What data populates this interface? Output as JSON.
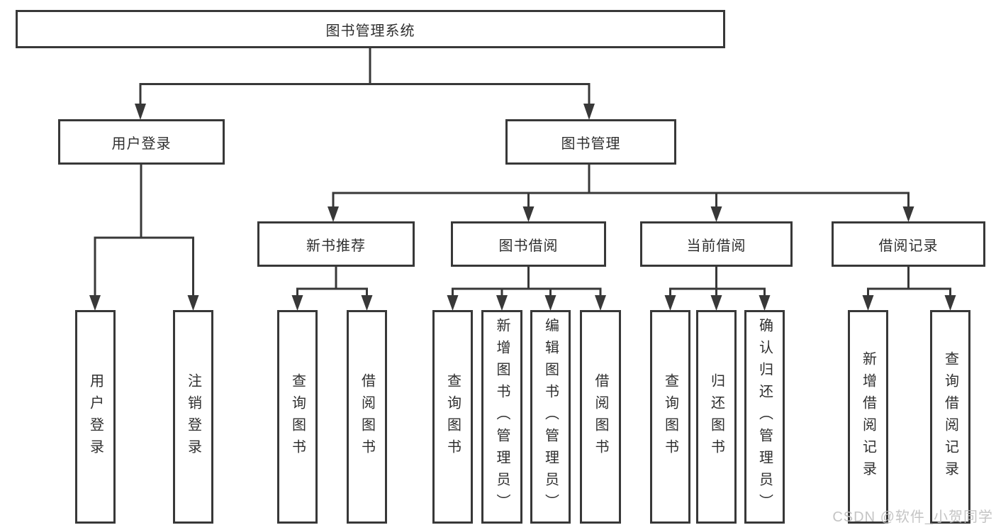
{
  "diagram": {
    "root": "图书管理系统",
    "level2": {
      "user_login": "用户登录",
      "book_management": "图书管理"
    },
    "user_login_children": {
      "login": "用户登录",
      "logout": "注销登录"
    },
    "level3": {
      "new_book_recommend": "新书推荐",
      "book_borrow": "图书借阅",
      "current_borrow": "当前借阅",
      "borrow_record": "借阅记录"
    },
    "new_book_recommend_children": {
      "query_book": "查询图书",
      "borrow_book": "借阅图书"
    },
    "book_borrow_children": {
      "query_book": "查询图书",
      "add_book": "新增图书（管理员）",
      "edit_book": "编辑图书（管理员）",
      "borrow_book": "借阅图书"
    },
    "current_borrow_children": {
      "query_book": "查询图书",
      "return_book": "归还图书",
      "confirm_return": "确认归还（管理员）"
    },
    "borrow_record_children": {
      "add_record": "新增借阅记录",
      "query_record": "查询借阅记录"
    }
  },
  "watermark": "CSDN @软件_小贺同学",
  "colors": {
    "line": "#383838",
    "text": "#2f2f2f",
    "watermark": "#c0c0c0",
    "background": "#ffffff"
  }
}
